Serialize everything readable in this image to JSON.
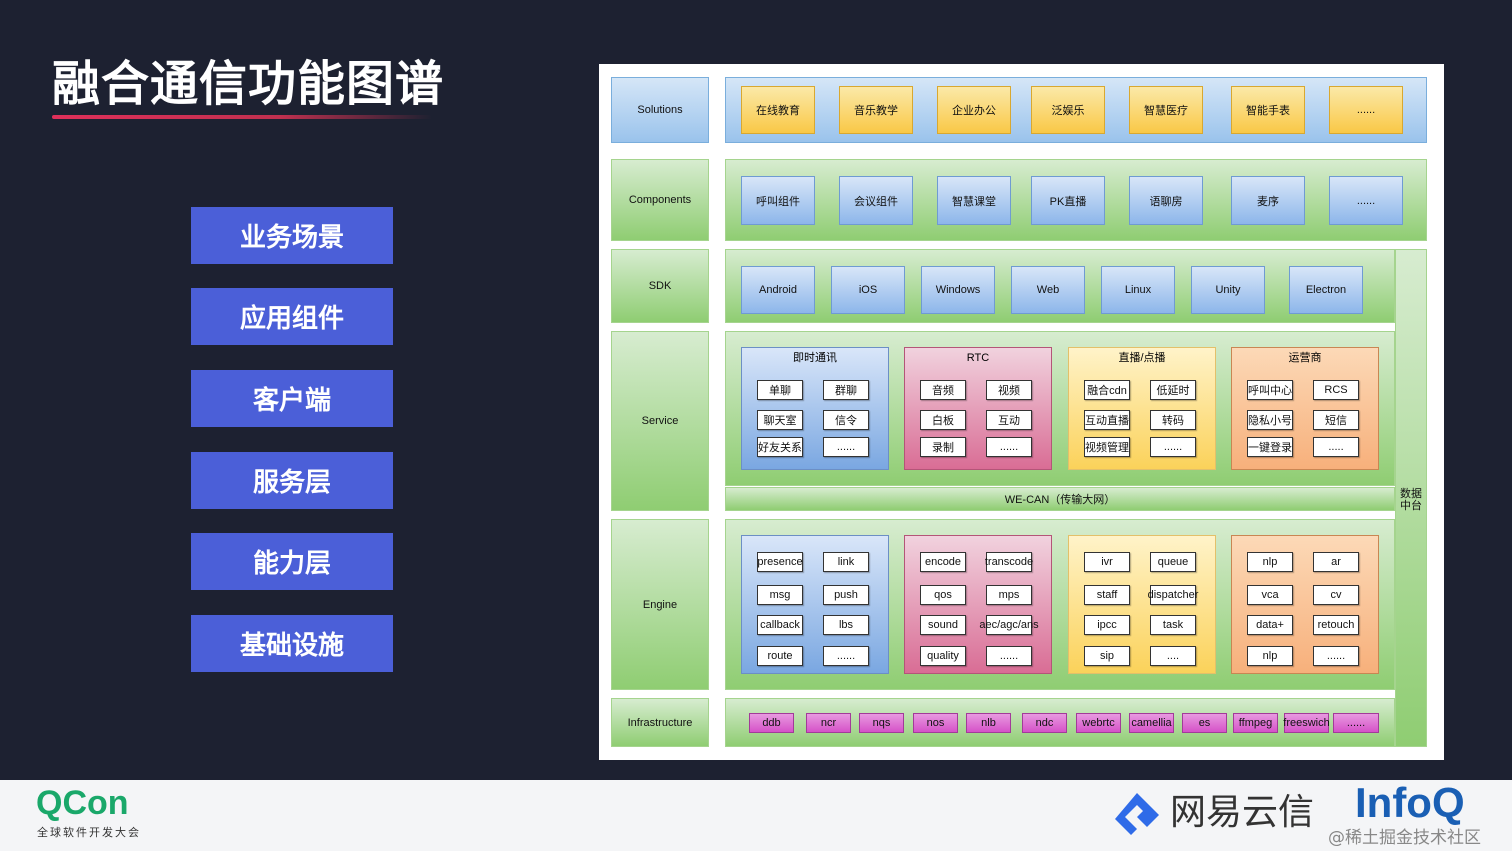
{
  "title": "融合通信功能图谱",
  "nav": [
    "业务场景",
    "应用组件",
    "客户端",
    "服务层",
    "能力层",
    "基础设施"
  ],
  "diagram": {
    "rows": [
      "Solutions",
      "Components",
      "SDK",
      "Service",
      "Engine",
      "Infrastructure"
    ],
    "solutions": [
      "在线教育",
      "音乐教学",
      "企业办公",
      "泛娱乐",
      "智慧医疗",
      "智能手表",
      "......"
    ],
    "components": [
      "呼叫组件",
      "会议组件",
      "智慧课堂",
      "PK直播",
      "语聊房",
      "麦序",
      "......"
    ],
    "sdk": [
      "Android",
      "iOS",
      "Windows",
      "Web",
      "Linux",
      "Unity",
      "Electron"
    ],
    "service": [
      {
        "title": "即时通讯",
        "items": [
          "单聊",
          "群聊",
          "聊天室",
          "信令",
          "好友关系",
          "......"
        ]
      },
      {
        "title": "RTC",
        "items": [
          "音频",
          "视频",
          "白板",
          "互动",
          "录制",
          "......"
        ]
      },
      {
        "title": "直播/点播",
        "items": [
          "融合cdn",
          "低延时",
          "互动直播",
          "转码",
          "视频管理",
          "......"
        ]
      },
      {
        "title": "运营商",
        "items": [
          "呼叫中心",
          "RCS",
          "隐私小号",
          "短信",
          "一键登录",
          "....."
        ]
      }
    ],
    "wecan": "WE-CAN（传输大网）",
    "data_platform": "数据\n中台",
    "engine": [
      [
        "presence",
        "link",
        "msg",
        "push",
        "callback",
        "lbs",
        "route",
        "......"
      ],
      [
        "encode",
        "transcode",
        "qos",
        "mps",
        "sound",
        "aec/agc/ans",
        "quality",
        "......"
      ],
      [
        "ivr",
        "queue",
        "staff",
        "dispatcher",
        "ipcc",
        "task",
        "sip",
        "...."
      ],
      [
        "nlp",
        "ar",
        "vca",
        "cv",
        "data+",
        "retouch",
        "nlp",
        "......"
      ]
    ],
    "infrastructure": [
      "ddb",
      "ncr",
      "nqs",
      "nos",
      "nlb",
      "ndc",
      "webrtc",
      "camellia",
      "es",
      "ffmpeg",
      "freeswich",
      "......"
    ]
  },
  "footer": {
    "qcon": "QCon",
    "qcon_sub": "全球软件开发大会",
    "netease": "网易云信",
    "watermark": "@稀土掘金技术社区",
    "infoq": "InfoQ"
  }
}
